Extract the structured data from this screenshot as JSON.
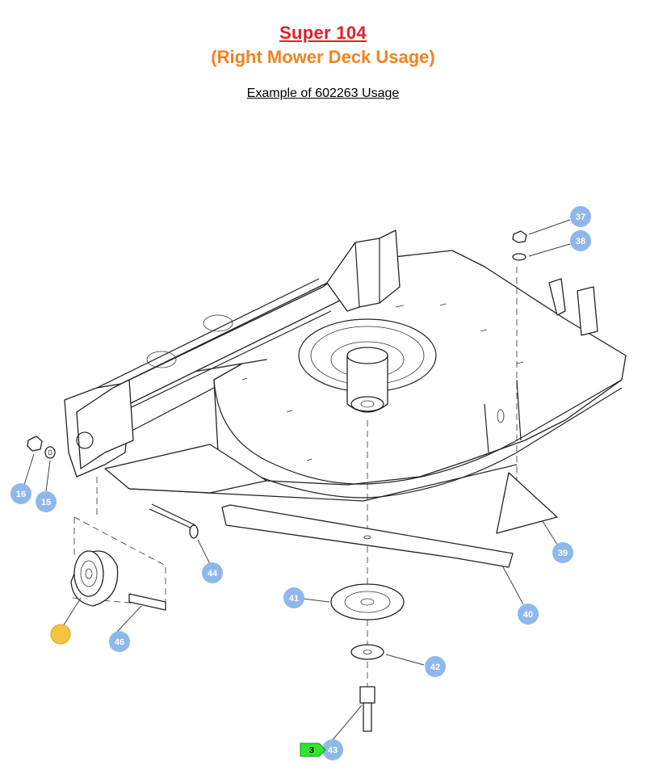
{
  "header": {
    "title": "Super 104",
    "subtitle": "(Right Mower Deck Usage)",
    "caption": "Example of 602263 Usage"
  },
  "colors": {
    "title": "#e01f26",
    "subtitle": "#f58220",
    "callout": "#8fb8ea",
    "highlight": "#f5c242",
    "tag": "#2ee62e"
  },
  "callouts": [
    {
      "id": "37",
      "label": "37"
    },
    {
      "id": "38",
      "label": "38"
    },
    {
      "id": "16",
      "label": "16"
    },
    {
      "id": "15",
      "label": "15"
    },
    {
      "id": "44",
      "label": "44"
    },
    {
      "id": "39",
      "label": "39"
    },
    {
      "id": "41",
      "label": "41"
    },
    {
      "id": "40",
      "label": "40"
    },
    {
      "id": "46",
      "label": "46"
    },
    {
      "id": "42",
      "label": "42"
    },
    {
      "id": "43",
      "label": "43"
    }
  ],
  "tag": {
    "label": "3"
  }
}
